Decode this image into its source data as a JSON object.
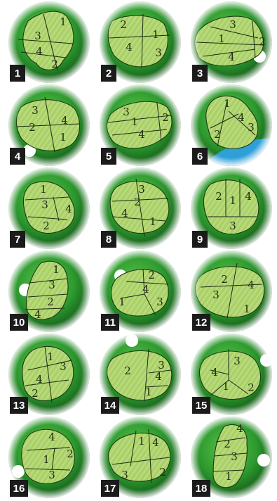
{
  "colors": {
    "rough_light": "#3fae3a",
    "rough_dark": "#0d4a12",
    "green_surface": "#b8da7a",
    "green_stripe": "#a4cb63",
    "water": "#2f9fd9",
    "sand": "#d9c9a0",
    "badge_bg": "#1b1b1b",
    "badge_text": "#ffffff"
  },
  "greens": [
    {
      "number": "1",
      "zones": [
        "1",
        "3",
        "4",
        "2"
      ],
      "hazard": "none"
    },
    {
      "number": "2",
      "zones": [
        "2",
        "1",
        "4",
        "3"
      ],
      "hazard": "none"
    },
    {
      "number": "3",
      "zones": [
        "3",
        "1",
        "2",
        "4"
      ],
      "hazard": "bunker"
    },
    {
      "number": "4",
      "zones": [
        "3",
        "4",
        "2",
        "1"
      ],
      "hazard": "bunker"
    },
    {
      "number": "5",
      "zones": [
        "3",
        "2",
        "1",
        "4"
      ],
      "hazard": "none"
    },
    {
      "number": "6",
      "zones": [
        "1",
        "4",
        "3",
        "2"
      ],
      "hazard": "water"
    },
    {
      "number": "7",
      "zones": [
        "1",
        "3",
        "4",
        "2"
      ],
      "hazard": "none"
    },
    {
      "number": "8",
      "zones": [
        "3",
        "2",
        "4",
        "1"
      ],
      "hazard": "none"
    },
    {
      "number": "9",
      "zones": [
        "2",
        "1",
        "4",
        "3"
      ],
      "hazard": "none"
    },
    {
      "number": "10",
      "zones": [
        "1",
        "3",
        "2",
        "4"
      ],
      "hazard": "bunker"
    },
    {
      "number": "11",
      "zones": [
        "2",
        "4",
        "1",
        "3"
      ],
      "hazard": "bunker"
    },
    {
      "number": "12",
      "zones": [
        "2",
        "4",
        "3",
        "1"
      ],
      "hazard": "none"
    },
    {
      "number": "13",
      "zones": [
        "1",
        "3",
        "4",
        "2"
      ],
      "hazard": "none"
    },
    {
      "number": "14",
      "zones": [
        "2",
        "3",
        "4",
        "1"
      ],
      "hazard": "bunker"
    },
    {
      "number": "15",
      "zones": [
        "4",
        "3",
        "1",
        "2"
      ],
      "hazard": "bunker"
    },
    {
      "number": "16",
      "zones": [
        "4",
        "2",
        "1",
        "3"
      ],
      "hazard": "bunker"
    },
    {
      "number": "17",
      "zones": [
        "1",
        "4",
        "3",
        "2"
      ],
      "hazard": "none"
    },
    {
      "number": "18",
      "zones": [
        "4",
        "2",
        "3",
        "1"
      ],
      "hazard": "bunker"
    }
  ]
}
